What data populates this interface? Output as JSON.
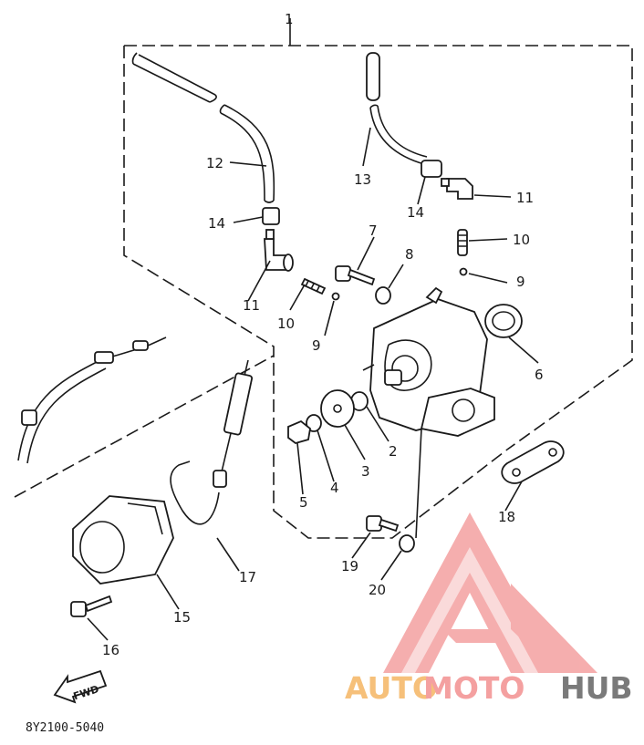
{
  "diagram": {
    "drawing_code": "8Y2100-5040",
    "fwd_label": "FWD",
    "callouts": {
      "c1": "1",
      "c2": "2",
      "c3": "3",
      "c4": "4",
      "c5": "5",
      "c6": "6",
      "c7": "7",
      "c8": "8",
      "c9a": "9",
      "c9b": "9",
      "c10a": "10",
      "c10b": "10",
      "c11a": "11",
      "c11b": "11",
      "c12": "12",
      "c13": "13",
      "c14a": "14",
      "c14b": "14",
      "c15": "15",
      "c16": "16",
      "c17": "17",
      "c18": "18",
      "c19": "19",
      "c20": "20"
    }
  },
  "watermark": {
    "part1": "AUTO",
    "part2": "MOTO",
    "part3": "HUB",
    "colors": {
      "auto": "#f6c07a",
      "moto": "#f4a0a0",
      "hub": "#7a7a7a",
      "logo": "#f4a0a0"
    }
  }
}
